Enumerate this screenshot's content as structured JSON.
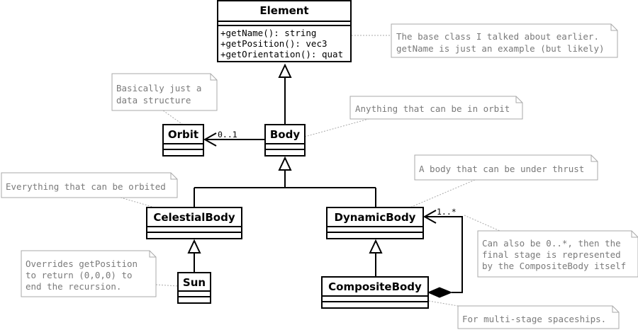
{
  "classes": {
    "element": {
      "name": "Element",
      "methods": [
        "+getName(): string",
        "+getPosition(): vec3",
        "+getOrientation(): quat"
      ]
    },
    "orbit": {
      "name": "Orbit"
    },
    "body": {
      "name": "Body"
    },
    "celestial_body": {
      "name": "CelestialBody"
    },
    "dynamic_body": {
      "name": "DynamicBody"
    },
    "sun": {
      "name": "Sun"
    },
    "composite_body": {
      "name": "CompositeBody"
    }
  },
  "multiplicities": {
    "orbit_assoc": "0..1",
    "dynamic_assoc": "1..*"
  },
  "notes": {
    "element_note": [
      "The base class I talked about earlier.",
      "getName is just an example (but likely)"
    ],
    "orbit_note": [
      "Basically just a",
      "data structure"
    ],
    "body_note": [
      "Anything that can be in orbit"
    ],
    "celestial_note": [
      "Everything that can be orbited"
    ],
    "dynamic_note": [
      "A body that can be under thrust"
    ],
    "sun_note": [
      "Overrides getPosition",
      "to return (0,0,0) to",
      "end the recursion."
    ],
    "multiplicity_note": [
      "Can also be 0..*, then the",
      "final stage is represented",
      "by the CompositeBody itself"
    ],
    "composite_note": [
      "For multi-stage spaceships."
    ]
  }
}
